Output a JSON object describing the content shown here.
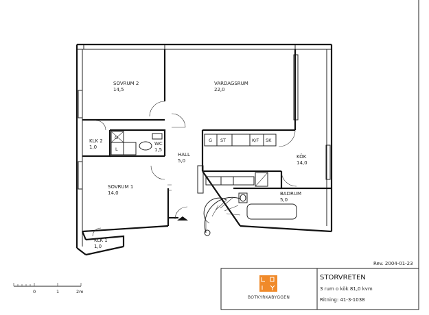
{
  "rooms": [
    {
      "id": "sovrum2",
      "name": "SOVRUM 2",
      "area": "14,5"
    },
    {
      "id": "vardagsrum",
      "name": "VARDAGSRUM",
      "area": "22,0"
    },
    {
      "id": "klk2",
      "name": "KLK 2",
      "area": "1,0"
    },
    {
      "id": "wc",
      "name": "WC",
      "area": "1,5"
    },
    {
      "id": "hall",
      "name": "HALL",
      "area": "5,0"
    },
    {
      "id": "kok",
      "name": "KÖK",
      "area": "14,0"
    },
    {
      "id": "sovrum1",
      "name": "SOVRUM 1",
      "area": "14,0"
    },
    {
      "id": "badrum",
      "name": "BADRUM",
      "area": "5,0"
    },
    {
      "id": "klk1",
      "name": "KLK 1",
      "area": "1,0"
    }
  ],
  "appliances": {
    "g_wardrobe": "G",
    "l_wardrobe": "L",
    "g_kitchen": "G",
    "st": "ST",
    "kf": "K/F",
    "sk": "SK"
  },
  "revision": "Rev. 2004-01-23",
  "scale": {
    "labels": [
      "0",
      "1",
      "2m"
    ]
  },
  "titleblock": {
    "logo_text": "BOTKYRKABYGGEN",
    "logo_color": "#f08a2a",
    "name": "STORVRETEN",
    "description": "3 rum o kök 81,0 kvm",
    "drawing": "Ritning: 41-3-1038"
  }
}
